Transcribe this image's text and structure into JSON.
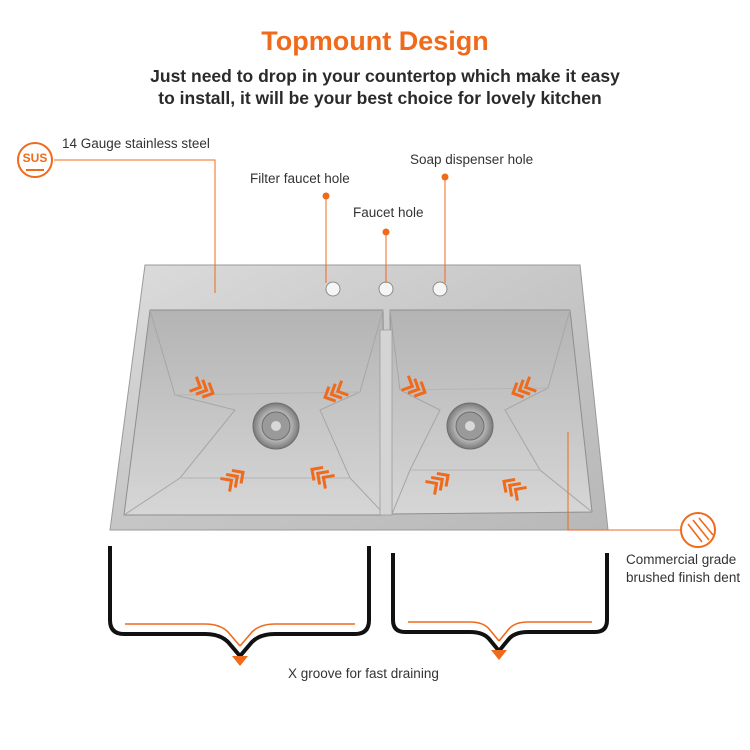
{
  "heading": {
    "title": "Topmount Design",
    "line1": "Just need to drop in your countertop which make it easy",
    "line2": "to install, it will be your best choice for lovely kitchen"
  },
  "badge": {
    "text": "SUS"
  },
  "callouts": {
    "gauge": "14 Gauge stainless steel",
    "filter": "Filter faucet hole",
    "soap": "Soap dispenser hole",
    "faucet": "Faucet hole",
    "finish_line1": "Commercial grade",
    "finish_line2": "brushed finish dent",
    "groove": "X groove for fast draining"
  },
  "colors": {
    "accent": "#ef6a1b",
    "text": "#333333",
    "steel": "#c9c9c9"
  },
  "icons": [
    "sus-badge-icon",
    "brushed-finish-icon",
    "drain-arrow-icon"
  ]
}
